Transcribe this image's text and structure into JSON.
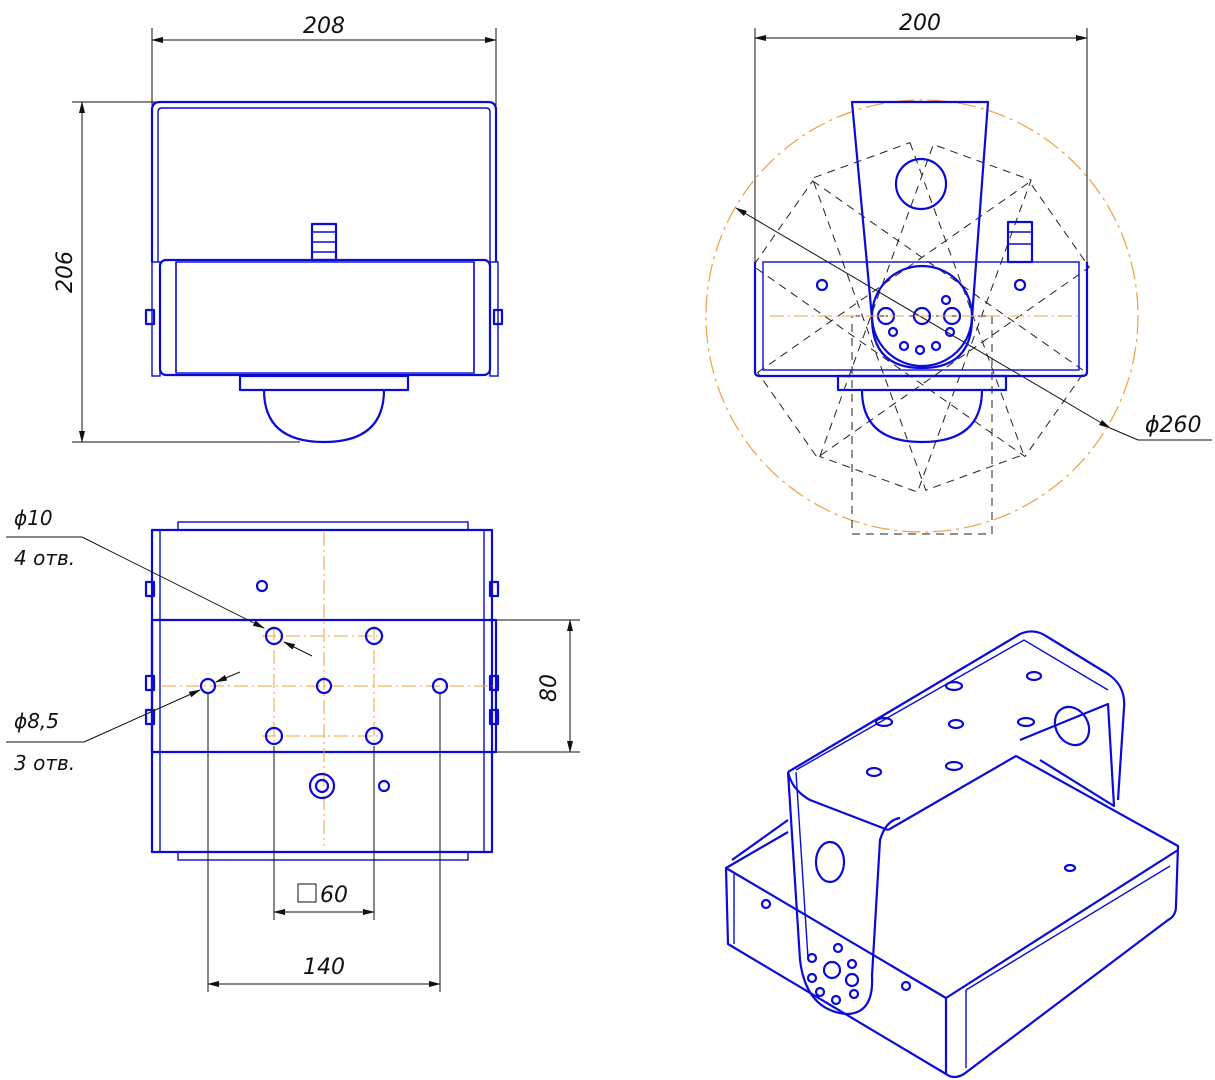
{
  "views": {
    "front": {
      "width_label": "208",
      "height_label": "206"
    },
    "side": {
      "width_label": "200",
      "swing_diameter_label": "ϕ260"
    },
    "top": {
      "hole10_size_label": "ϕ10",
      "hole10_count_label": "4 отв.",
      "hole85_size_label": "ϕ8,5",
      "hole85_count_label": "3 отв.",
      "height_label": "80",
      "square_label": "60",
      "span_label": "140"
    },
    "isometric": {}
  },
  "colors": {
    "part_line": "#0b0bd6",
    "dimension_line": "#111111",
    "axis_line": "#f0a040"
  }
}
